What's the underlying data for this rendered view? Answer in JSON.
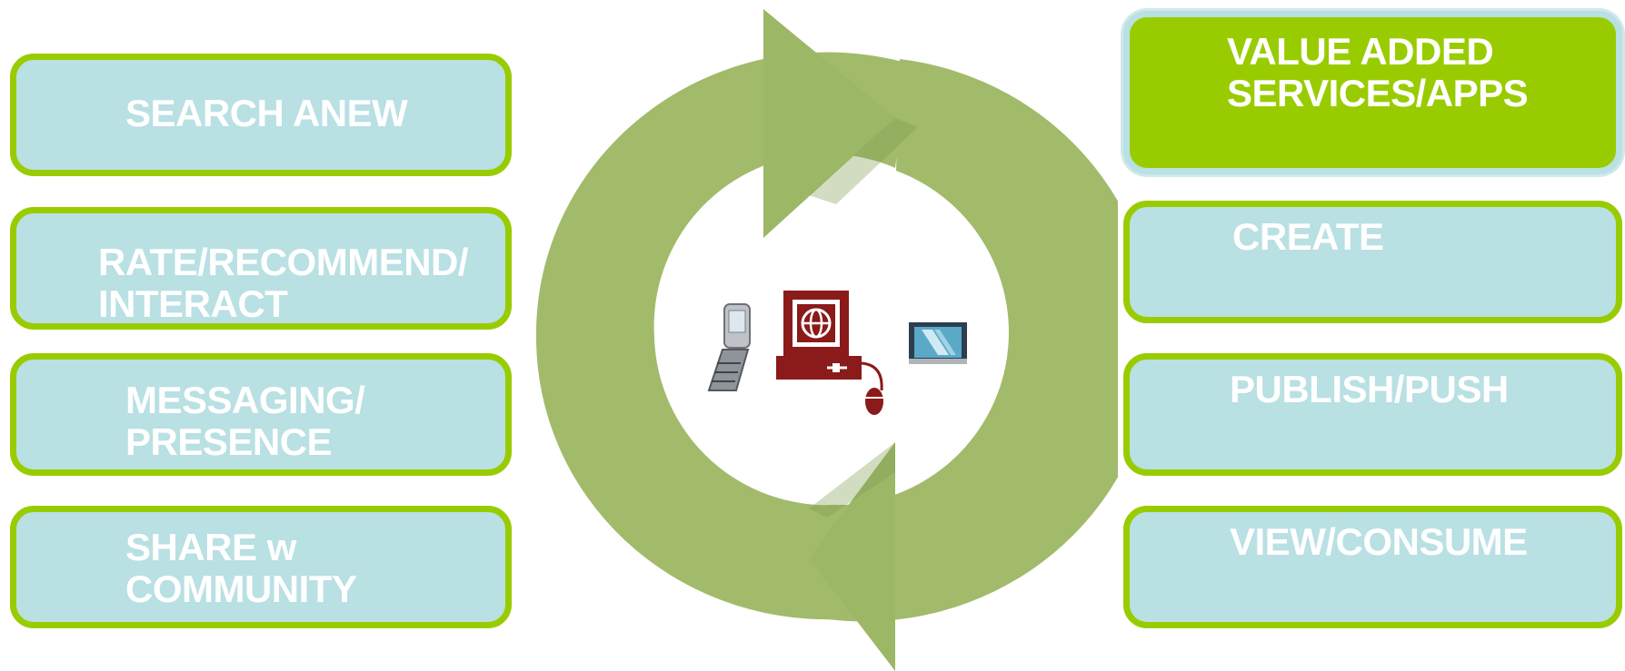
{
  "left_steps": [
    {
      "label": "SEARCH ANEW"
    },
    {
      "label": "RATE/RECOMMEND/\nINTERACT"
    },
    {
      "label": "MESSAGING/\nPRESENCE"
    },
    {
      "label": "SHARE w\nCOMMUNITY"
    }
  ],
  "right_steps": [
    {
      "label": "VALUE ADDED\nSERVICES/APPS"
    },
    {
      "label": "CREATE"
    },
    {
      "label": "PUBLISH/PUSH"
    },
    {
      "label": "VIEW/CONSUME"
    }
  ],
  "center": {
    "devices": [
      "mobile-phone-icon",
      "computer-icon",
      "television-icon"
    ]
  },
  "colors": {
    "box_fill": "#b9e0e3",
    "box_border": "#99cc00",
    "highlight_fill": "#99cc00",
    "cycle_arrow": "#a1bb6b",
    "computer": "#8b1a1a"
  }
}
